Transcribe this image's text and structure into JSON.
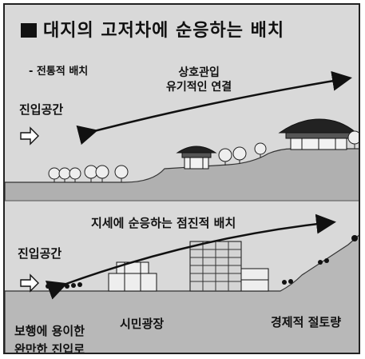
{
  "title": "대지의 고저차에 순응하는 배치",
  "subtitle": "- 전통적 배치",
  "top_arrow_label_line1": "상호관입",
  "top_arrow_label_line2": "유기적인 연결",
  "entry_space_top": "진입공간",
  "entry_space_bottom": "진입공간",
  "gradual_layout": "지세에 순응하는 점진적 배치",
  "civic_plaza": "시민광장",
  "economic_cut": "경제적 절토량",
  "pedestrian_line1": "보행에 용이한",
  "pedestrian_line2": "완만한 진입로",
  "colors": {
    "ground": "#b5b5b5",
    "sky": "#d9d9d9",
    "ink": "#111111"
  }
}
